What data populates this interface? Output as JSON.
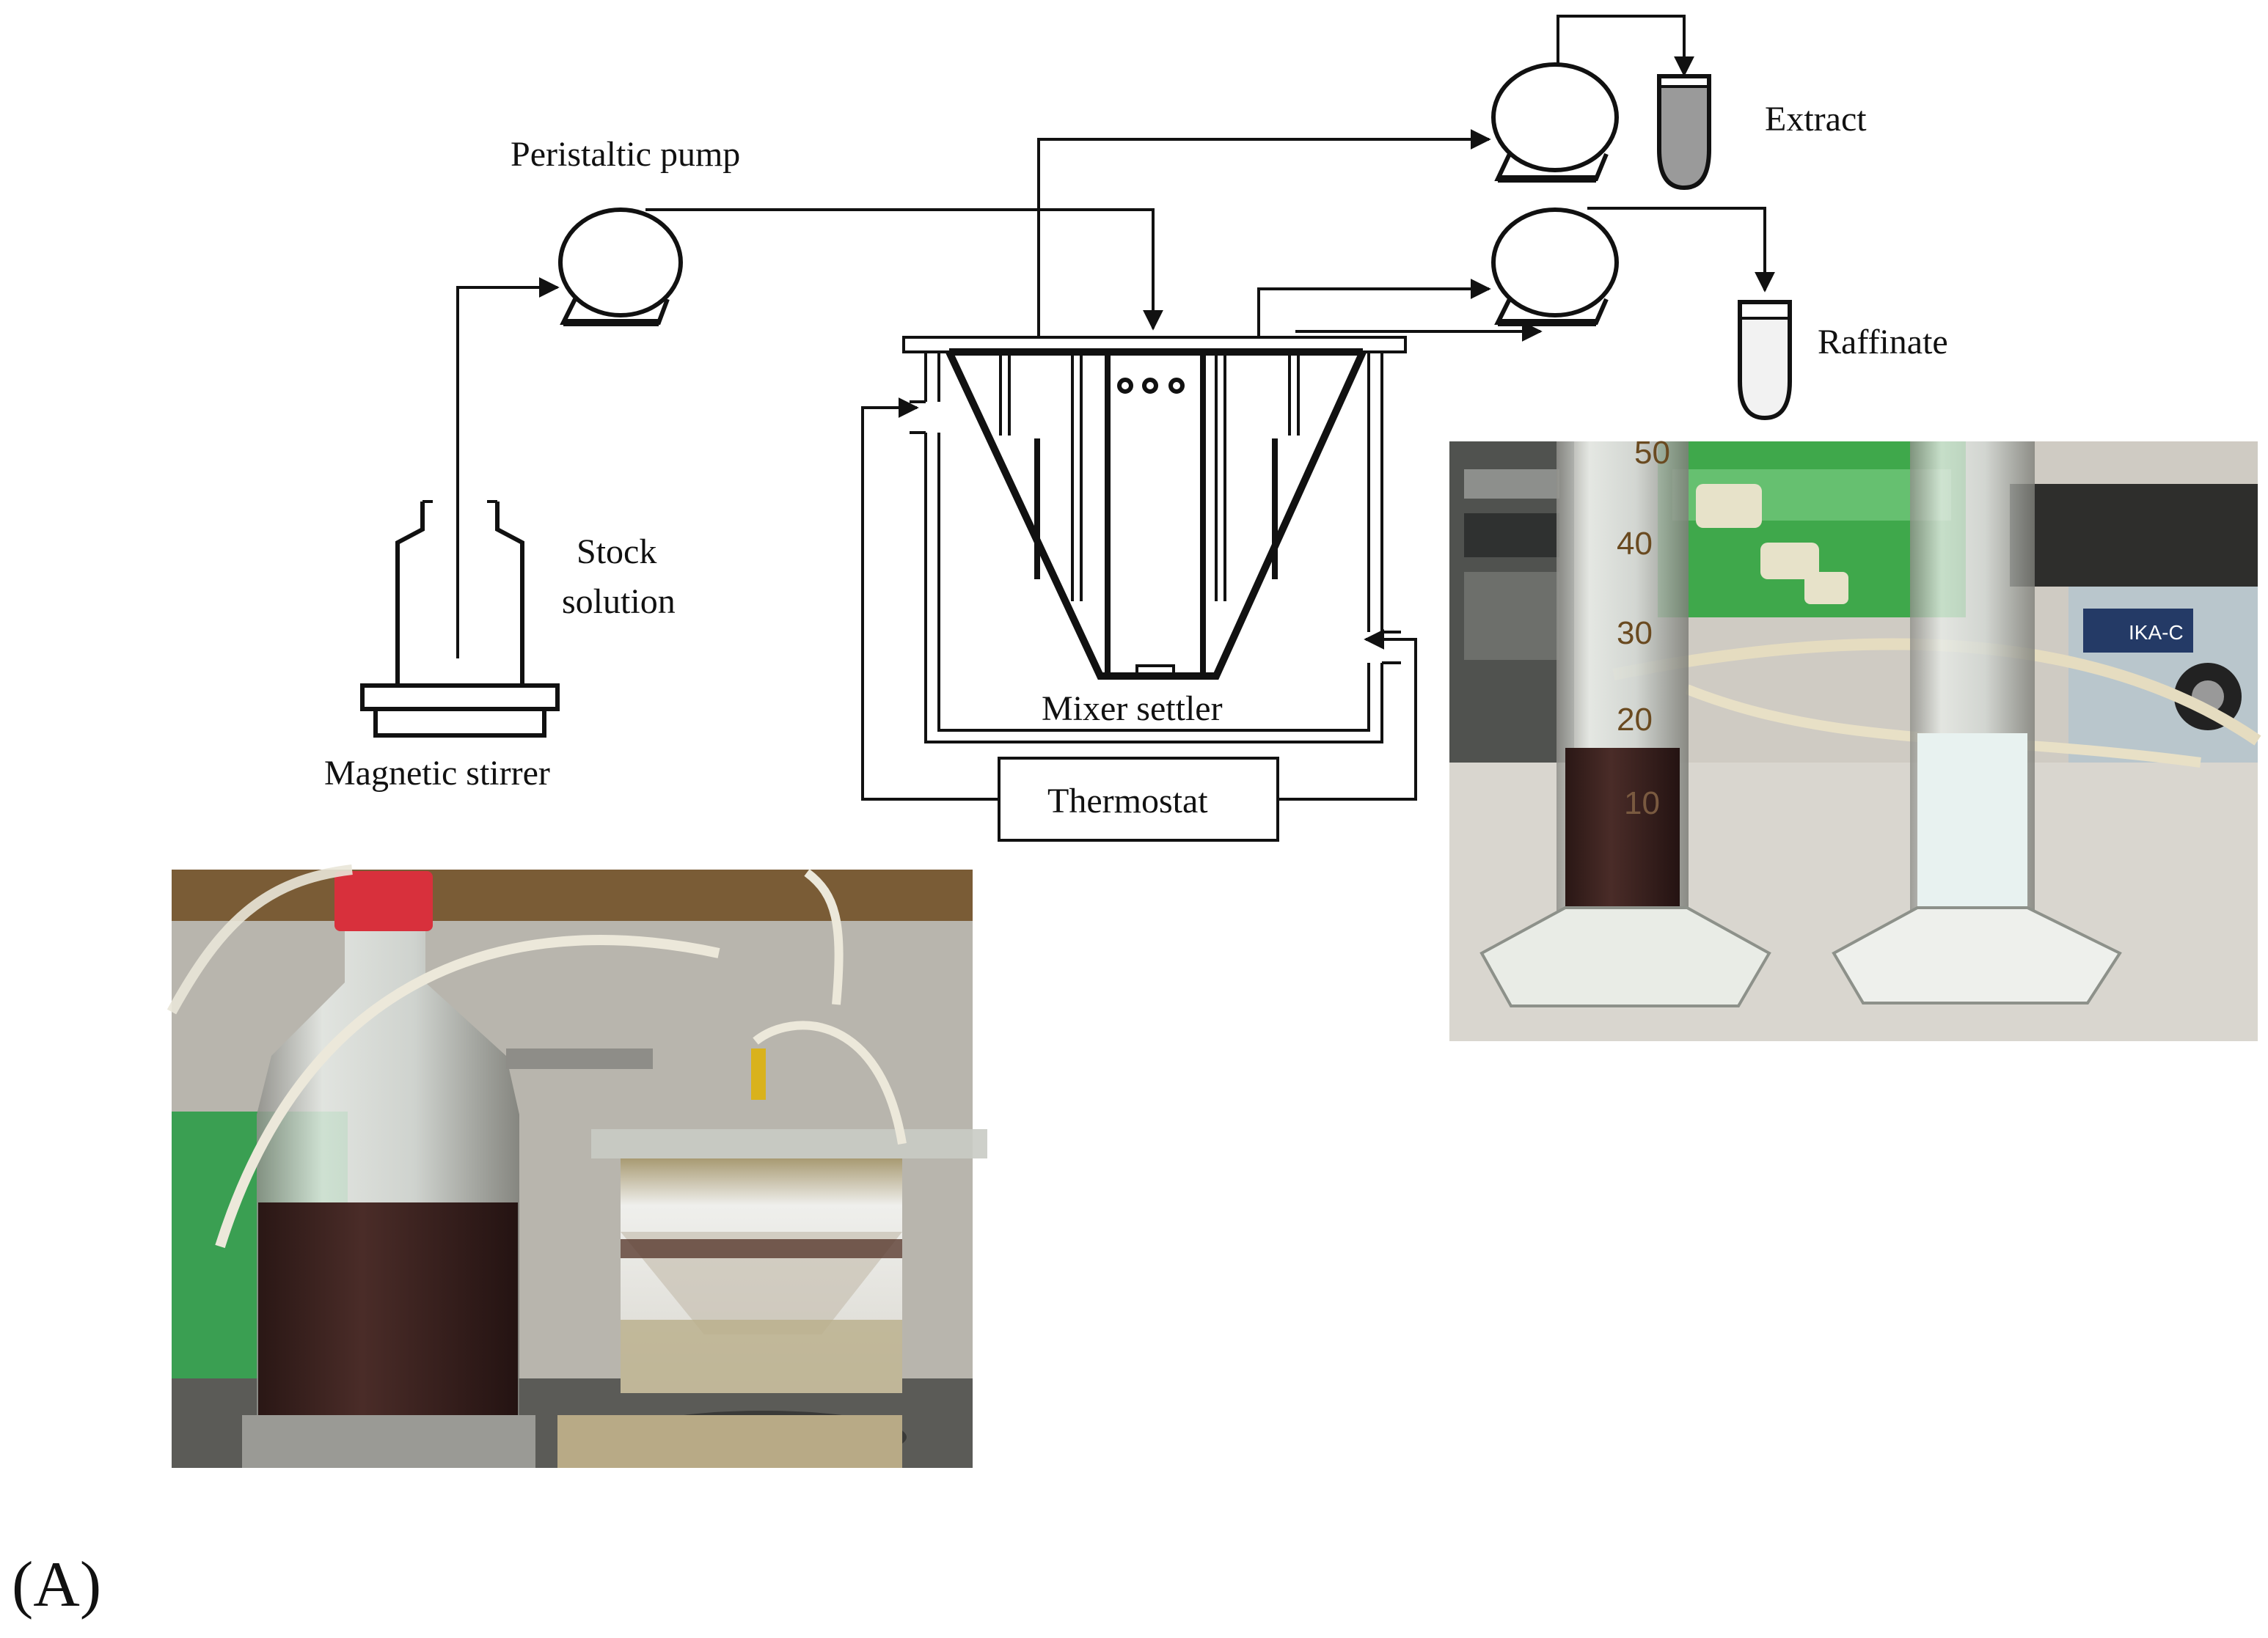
{
  "labels": {
    "peristaltic_pump": "Peristaltic pump",
    "stock_solution_line1": "Stock",
    "stock_solution_line2": "solution",
    "magnetic_stirrer": "Magnetic stirrer",
    "mixer_settler": "Mixer settler",
    "thermostat": "Thermostat",
    "extract": "Extract",
    "raffinate": "Raffinate",
    "panel": "(A)"
  },
  "photo_rulers": {
    "cylinder_marks": [
      "50",
      "40",
      "30",
      "20",
      "10"
    ],
    "device_brand": "IKA-C"
  },
  "colors": {
    "line": "#111111",
    "extract_fill": "#9a9a9a",
    "raffinate_fill": "#f2f2f2",
    "dark_liquid": "#3a2320",
    "green_equipment": "#3fa84b",
    "photo_background": "#c7c2b8"
  }
}
